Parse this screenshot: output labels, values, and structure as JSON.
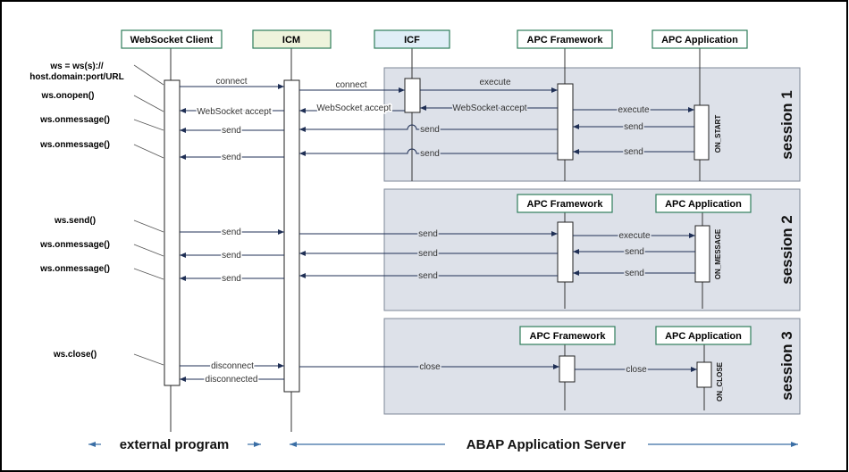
{
  "participants": {
    "websocket_client": "WebSocket Client",
    "icm": "ICM",
    "icf": "ICF",
    "apc_framework": "APC Framework",
    "apc_application": "APC Application"
  },
  "client_calls": {
    "ws_init_line1": "ws = ws(s)://",
    "ws_init_line2": "host.domain:port/URL",
    "onopen": "ws.onopen()",
    "onmessage": "ws.onmessage()",
    "send": "ws.send()",
    "close": "ws.close()"
  },
  "messages": {
    "connect": "connect",
    "execute": "execute",
    "websocket_accept": "WebSocket accept",
    "send": "send",
    "close": "close",
    "disconnect": "disconnect",
    "disconnected": "disconnected"
  },
  "sessions": {
    "s1": "session 1",
    "s2": "session 2",
    "s3": "session 3"
  },
  "handlers": {
    "on_start": "ON_START",
    "on_message": "ON_MESSAGE",
    "on_close": "ON_CLOSE"
  },
  "footer": {
    "external": "external program",
    "abap": "ABAP Application Server"
  },
  "colors": {
    "session_fill": "#dde1e9",
    "session_border": "#7d8797",
    "header_border": "#2e7d5b",
    "icm_header_fill": "#eef3dc",
    "icf_header_fill": "#e0eef7",
    "arrow": "#1f2f55",
    "footer_arrow": "#3a6ea5"
  }
}
